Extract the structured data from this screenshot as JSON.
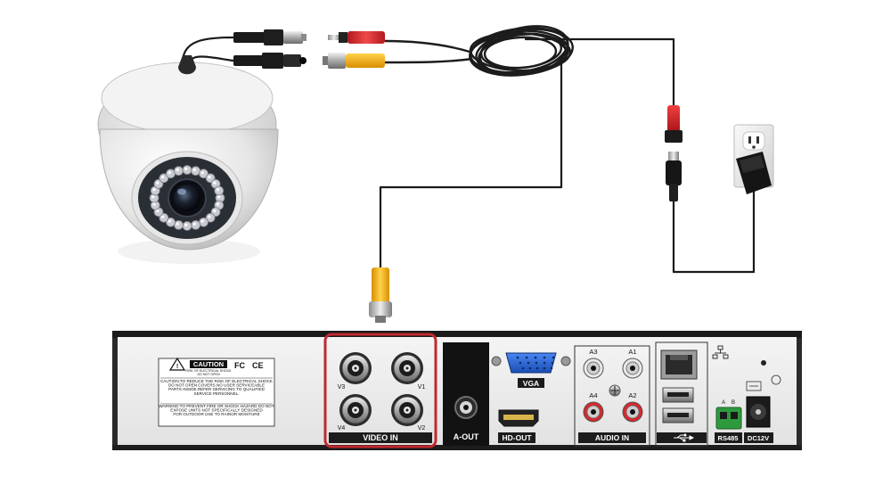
{
  "dvr": {
    "caution": {
      "title": "CAUTION",
      "subtitle_1": "RISK OF ELECTRICAL SHOCK",
      "subtitle_2": "DO NOT OPEN",
      "text_lines": [
        "CAUTION:TO REDUCE THE RISK OF ELECTRICAL SHOCK",
        "DO NOT OPEN COVERS.NO USER SERVICEABLE",
        "PARTS INSIDE.REFER SERVICING TO QUALIFIED",
        "SERVICE PERSONNEL.",
        "WARNING:TO PREVENT FIRE OR SHOCK HAZARD DO NOT",
        "EXPOSE UNITS NOT SPECIFICALLY DESIGNED",
        "FOR OUTDOOR USE TO RAINOR MOISTURE"
      ],
      "cert_fc": "FC",
      "cert_ce": "CE"
    },
    "video_in": {
      "label": "VIDEO IN",
      "channels": [
        "V3",
        "V1",
        "V4",
        "V2"
      ],
      "highlight_color": "#c0292f"
    },
    "a_out": {
      "label": "A-OUT"
    },
    "vga": {
      "label": "VGA"
    },
    "hd_out": {
      "label": "HD-OUT"
    },
    "audio_in": {
      "label": "AUDIO IN",
      "channels": [
        "A3",
        "A1",
        "A4",
        "A2"
      ]
    },
    "rs485": {
      "label": "RS485",
      "pins": [
        "A",
        "B"
      ]
    },
    "dc12v": {
      "label": "DC12V"
    }
  },
  "colors": {
    "bnc_yellow": "#f2b01e",
    "power_red": "#d9262c",
    "cable": "#1a1a1a"
  }
}
